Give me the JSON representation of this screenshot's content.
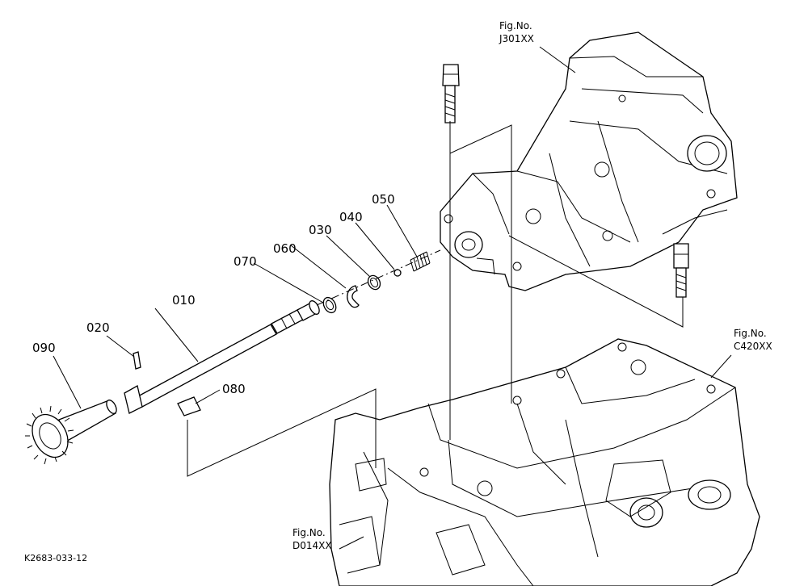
{
  "parts": [
    {
      "number": "010"
    },
    {
      "number": "020"
    },
    {
      "number": "030"
    },
    {
      "number": "040"
    },
    {
      "number": "050"
    },
    {
      "number": "060"
    },
    {
      "number": "070"
    },
    {
      "number": "080"
    },
    {
      "number": "090"
    }
  ],
  "references": [
    {
      "prefix": "Fig.No.",
      "code": "J301XX"
    },
    {
      "prefix": "Fig.No.",
      "code": "C420XX"
    },
    {
      "prefix": "Fig.No.",
      "code": "D014XX"
    }
  ],
  "drawing_code": "K2683-033-12"
}
